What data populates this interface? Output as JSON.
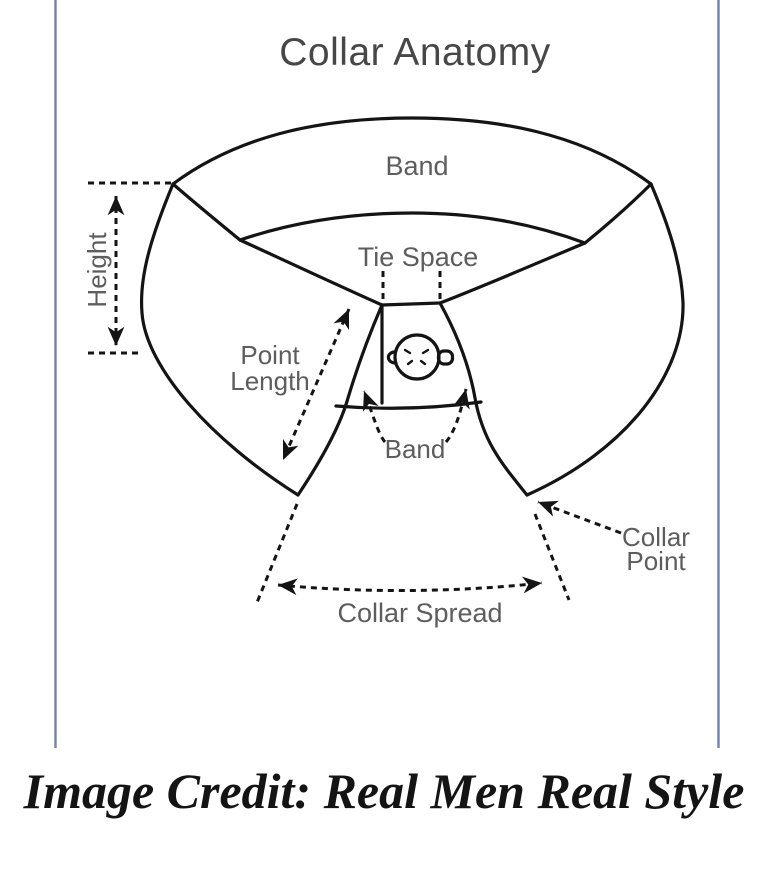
{
  "title": "Collar Anatomy",
  "diagram": {
    "labels": {
      "band_top": "Band",
      "tie_space": "Tie Space",
      "height": "Height",
      "point_length": {
        "line1": "Point",
        "line2": "Length"
      },
      "band_front": "Band",
      "collar_point": {
        "line1": "Collar",
        "line2": "Point"
      },
      "collar_spread": "Collar Spread"
    }
  },
  "credit": "Image Credit: Real Men Real Style",
  "colors": {
    "line": "#141414",
    "label": "#5d5d5d",
    "title": "#474747",
    "border": "#67769d",
    "credit": "#141414",
    "background": "#ffffff"
  }
}
